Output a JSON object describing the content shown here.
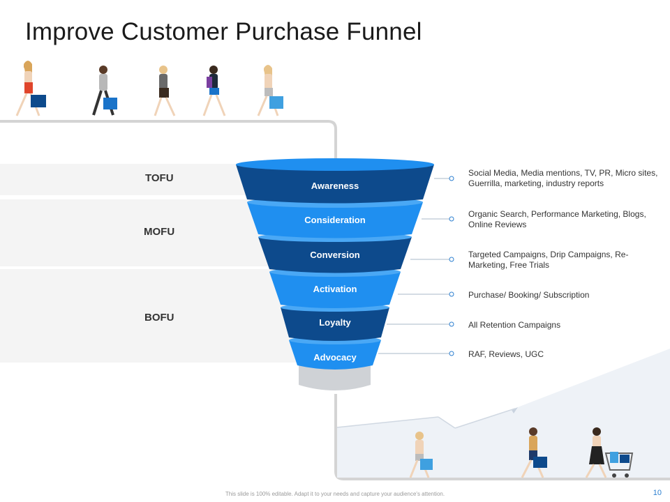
{
  "title": "Improve Customer Purchase Funnel",
  "colors": {
    "dark_blue": "#0d4a8c",
    "light_blue": "#1f8ff0",
    "rim": "#4aa8f5",
    "connector": "#aab8c8",
    "frame": "#d4d4d4"
  },
  "bands": [
    {
      "label": "TOFU"
    },
    {
      "label": "MOFU"
    },
    {
      "label": "BOFU"
    }
  ],
  "stages": [
    {
      "label": "Awareness",
      "description": "Social Media, Media mentions, TV, PR, Micro sites, Guerrilla, marketing, industry reports"
    },
    {
      "label": "Consideration",
      "description": "Organic Search, Performance Marketing, Blogs, Online Reviews"
    },
    {
      "label": "Conversion",
      "description": "Targeted Campaigns, Drip Campaigns, Re-Marketing, Free Trials"
    },
    {
      "label": "Activation",
      "description": "Purchase/ Booking/ Subscription"
    },
    {
      "label": "Loyalty",
      "description": "All Retention Campaigns"
    },
    {
      "label": "Advocacy",
      "description": "RAF, Reviews, UGC"
    }
  ],
  "footer": "This slide is 100% editable. Adapt it to your needs and capture your audience's attention.",
  "page_number": "10"
}
